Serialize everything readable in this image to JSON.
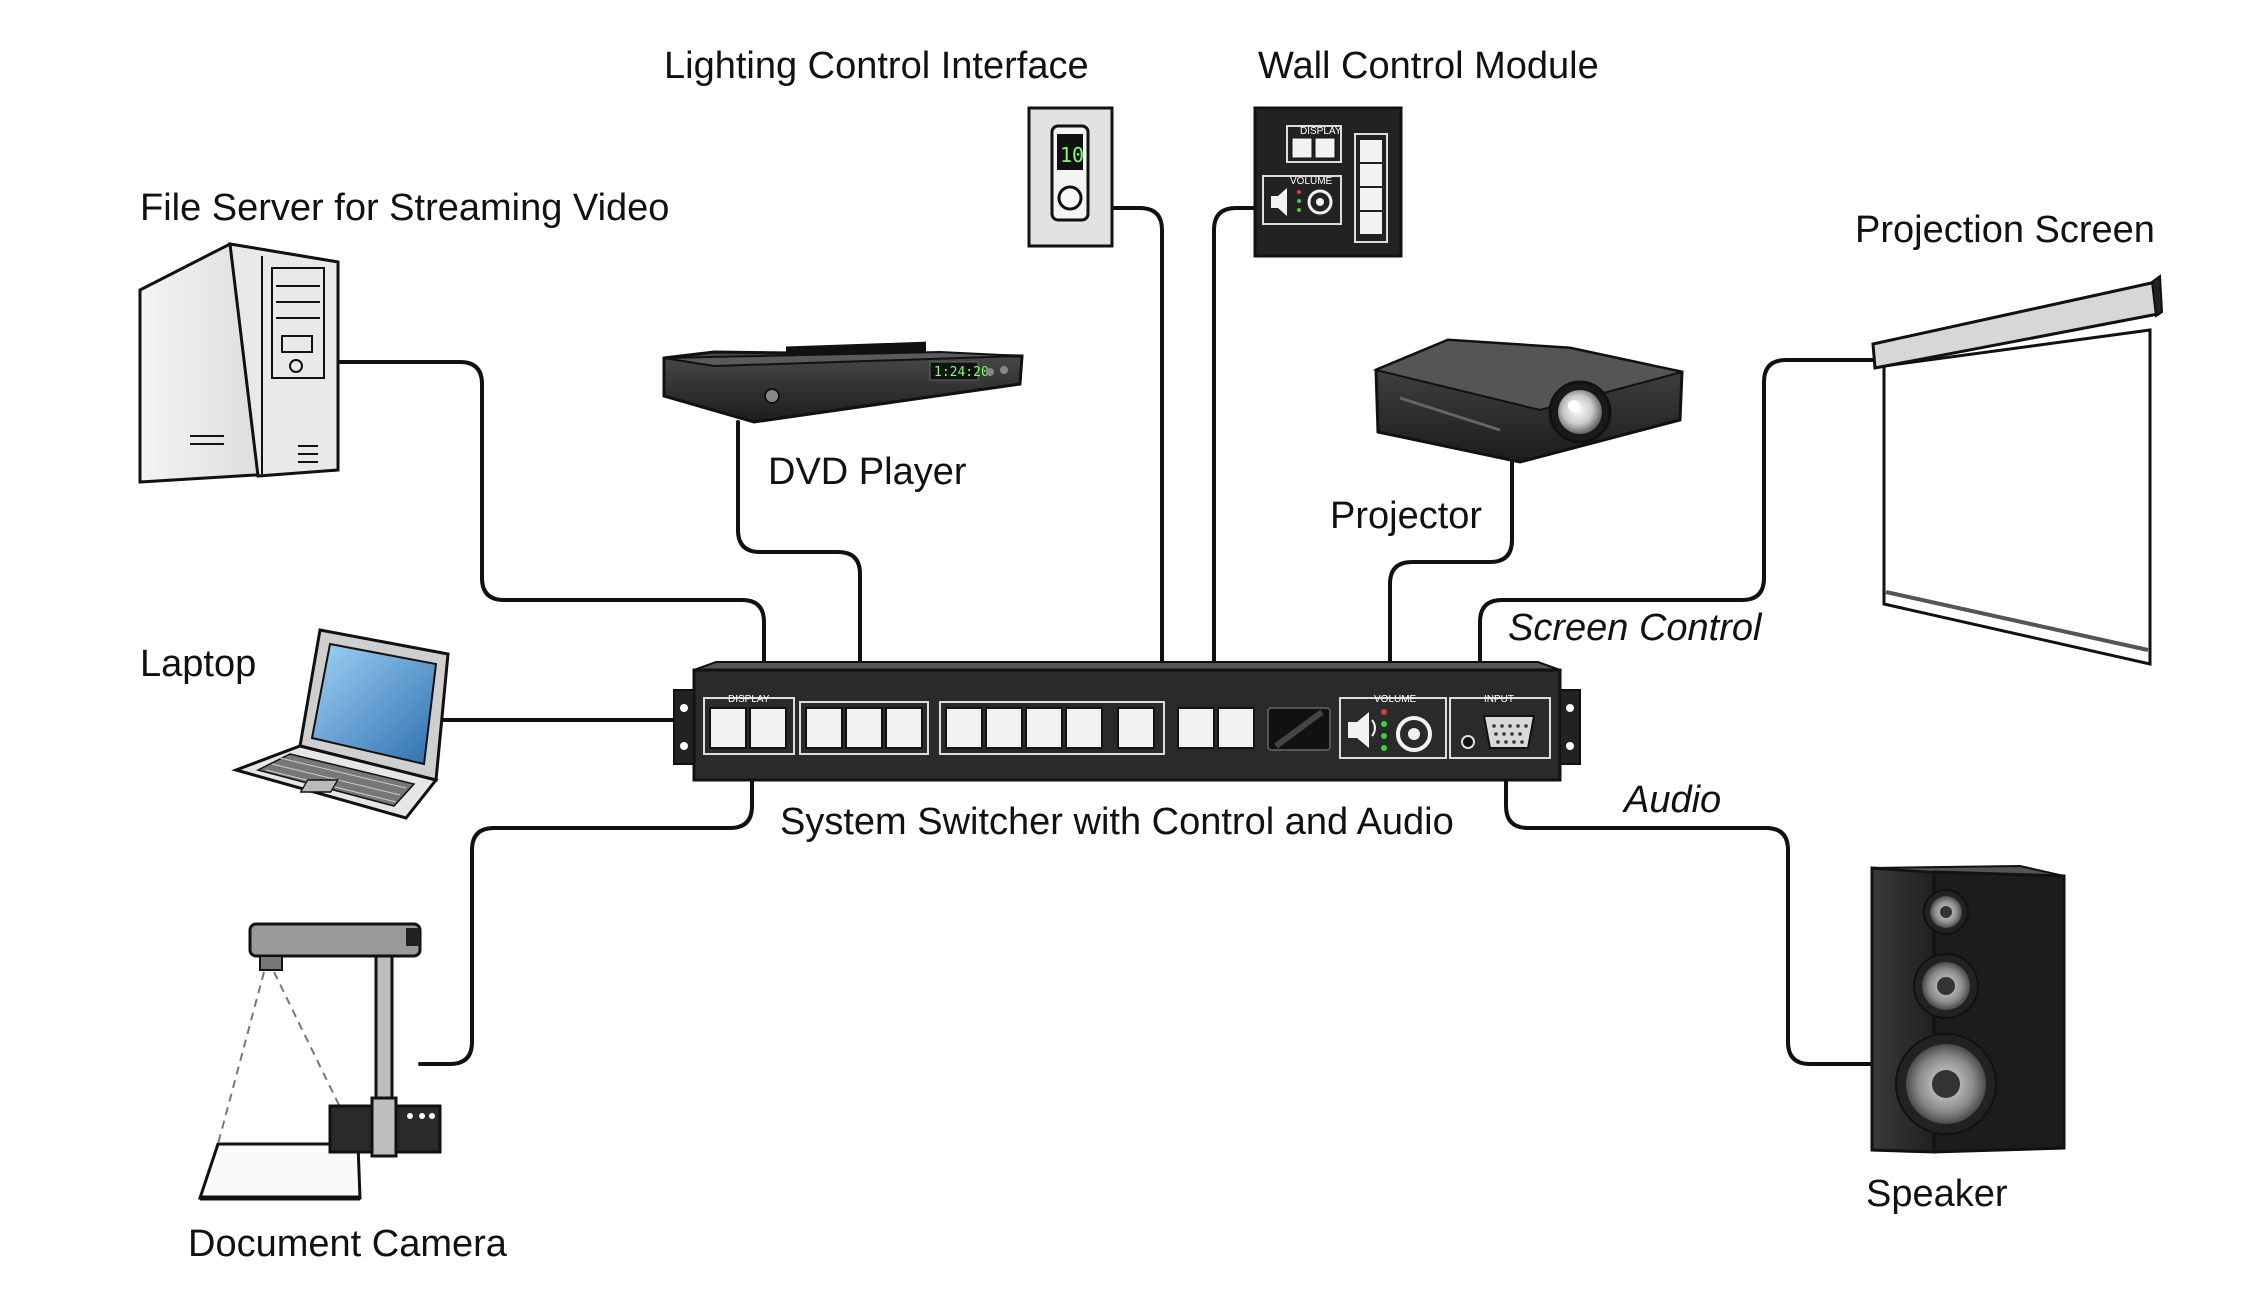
{
  "labels": {
    "file_server": "File Server for Streaming Video",
    "lighting": "Lighting Control Interface",
    "wall_module": "Wall Control Module",
    "projection_screen": "Projection Screen",
    "dvd": "DVD Player",
    "projector": "Projector",
    "laptop": "Laptop",
    "screen_control": "Screen Control",
    "switcher": "System Switcher with Control and Audio",
    "audio": "Audio",
    "document_camera": "Document Camera",
    "speaker": "Speaker"
  },
  "switcher_panel": {
    "display": "DISPLAY",
    "volume": "VOLUME",
    "input": "INPUT"
  },
  "wall_panel": {
    "display": "DISPLAY",
    "volume": "VOLUME"
  },
  "lighting_readout": "10",
  "dvd_readout": "1:24:20",
  "colors": {
    "cable": "#111111",
    "device_dark": "#2b2b2b",
    "laptop_screen": "#3f8fd0",
    "led_green": "#3ecf3e",
    "led_red": "#e23b2e"
  }
}
